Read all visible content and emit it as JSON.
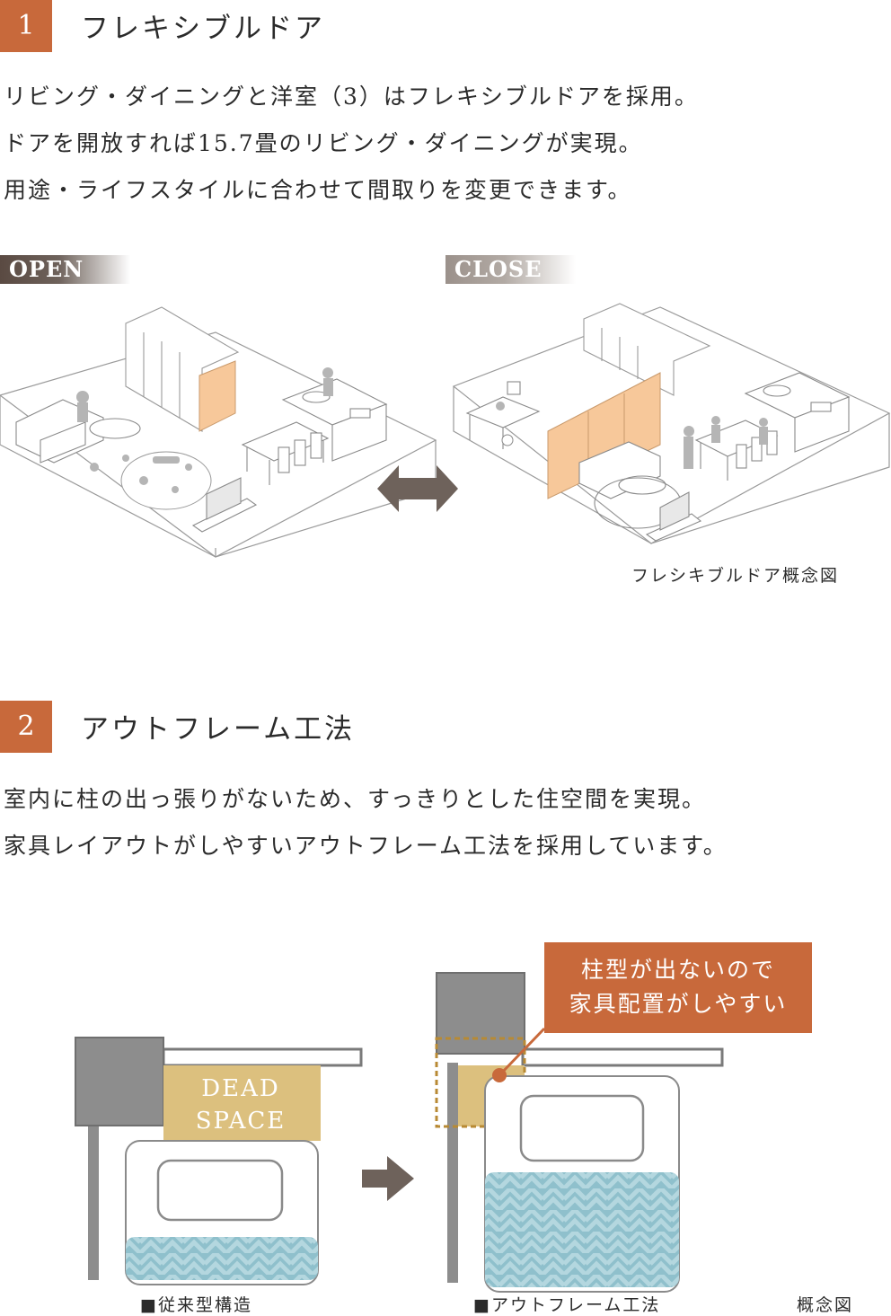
{
  "section1": {
    "number": "1",
    "title": "フレキシブルドア",
    "lines": [
      "リビング・ダイニングと洋室（3）はフレキシブルドアを採用。",
      "ドアを開放すれば15.7畳のリビング・ダイニングが実現。",
      "用途・ライフスタイルに合わせて間取りを変更できます。"
    ],
    "open_label": "OPEN",
    "close_label": "CLOSE",
    "caption": "フレシキブルドア概念図"
  },
  "section2": {
    "number": "2",
    "title": "アウトフレーム工法",
    "lines": [
      "室内に柱の出っ張りがないため、すっきりとした住空間を実現。",
      "家具レイアウトがしやすいアウトフレーム工法を採用しています。"
    ],
    "dead_space_label": "DEAD SPACE",
    "callout_lines": [
      "柱型が出ないので",
      "家具配置がしやすい"
    ],
    "caption_left": "■従来型構造",
    "caption_right": "■アウトフレーム工法",
    "caption_concept": "概念図"
  },
  "colors": {
    "accent": "#c8693b",
    "arrow": "#6e625b",
    "door": "#f7c89a",
    "dead_space": "#dcc07e",
    "column": "#8d8d8d",
    "blanket": "#8fc0cc"
  }
}
